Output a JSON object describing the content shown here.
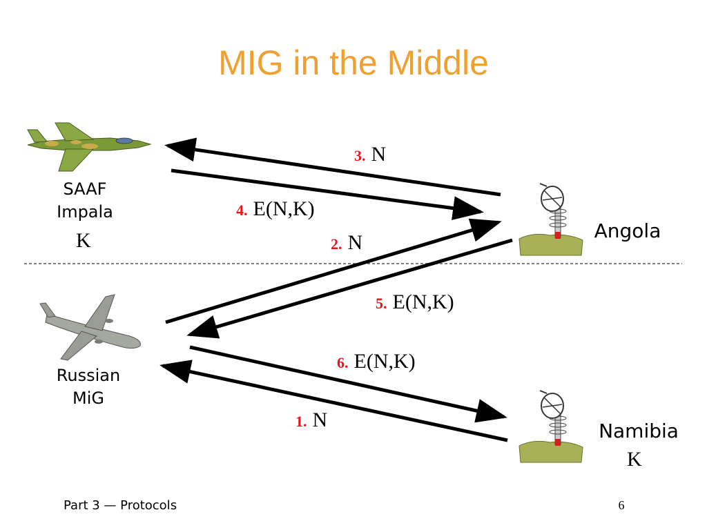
{
  "slide": {
    "title": "MIG in the Middle",
    "title_color": "#f0a030",
    "footer_left": "Part 3 — Protocols",
    "page_number": "6"
  },
  "nodes": {
    "saaf": {
      "line1": "SAAF",
      "line2": "Impala",
      "key": "K"
    },
    "mig": {
      "line1": "Russian",
      "line2": "MiG"
    },
    "angola": {
      "label": "Angola"
    },
    "namibia": {
      "label": "Namibia",
      "key": "K"
    }
  },
  "messages": [
    {
      "num": "1.",
      "text": "N"
    },
    {
      "num": "2.",
      "text": "N"
    },
    {
      "num": "3.",
      "text": "N"
    },
    {
      "num": "4.",
      "text": "E(N,K)"
    },
    {
      "num": "5.",
      "text": "E(N,K)"
    },
    {
      "num": "6.",
      "text": "E(N,K)"
    }
  ],
  "colors": {
    "step_number": "#e8161b",
    "arrow": "#000000",
    "divider": "#555555"
  },
  "icons": {
    "saaf": "fighter-jet-icon",
    "mig": "airliner-icon",
    "angola": "radar-dish-icon",
    "namibia": "radar-dish-icon"
  }
}
